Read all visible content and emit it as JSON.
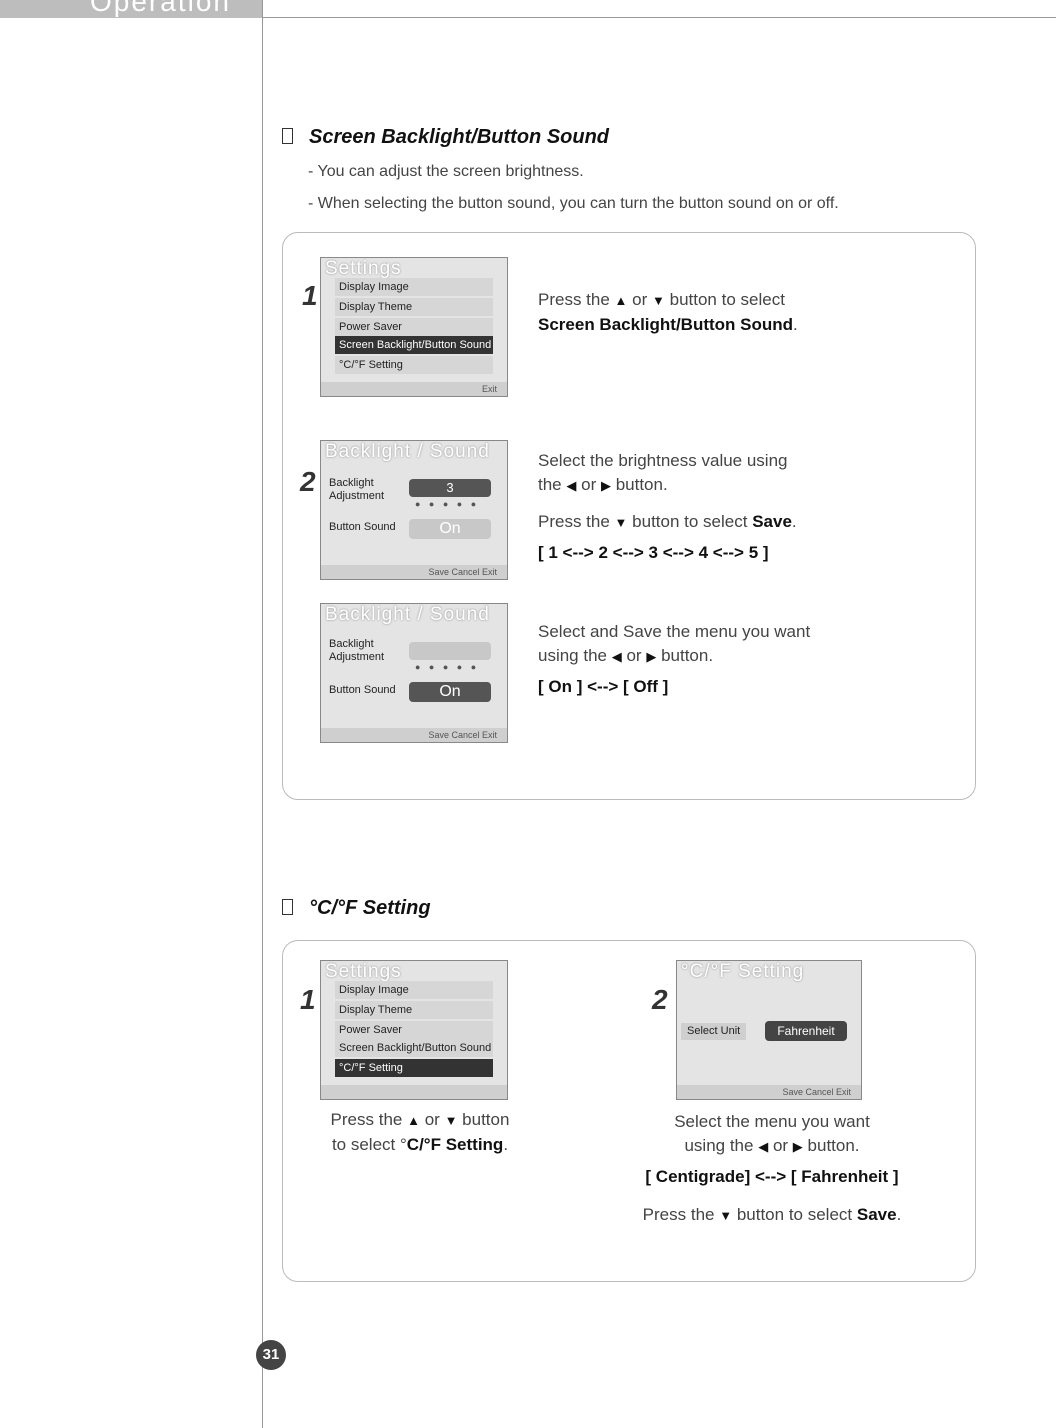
{
  "header": {
    "tab_text": "Operation"
  },
  "section1": {
    "title": "Screen Backlight/Button Sound",
    "desc1": "- You can adjust the screen brightness.",
    "desc2": "- When selecting the button sound, you can turn the button sound on or off.",
    "step1": {
      "num": "1",
      "screen": {
        "title": "Settings",
        "items": [
          "Display Image",
          "Display Theme",
          "Power Saver",
          "Screen Backlight/Button Sound",
          "°C/°F Setting"
        ],
        "footer": "Exit"
      },
      "line1_a": "Press the",
      "line1_b": "or",
      "line1_c": "button to select",
      "line2": "Screen Backlight/Button Sound",
      "line2_end": "."
    },
    "step2": {
      "num": "2",
      "screen": {
        "title": "Backlight / Sound",
        "backlight_label": "Backlight Adjustment",
        "backlight_value": "3",
        "sound_label": "Button Sound",
        "sound_value": "On",
        "footer": "Save   Cancel   Exit"
      },
      "line1": "Select the brightness value using",
      "line2_a": "the",
      "line2_b": "or",
      "line2_c": "button.",
      "line3_a": "Press the",
      "line3_b": "button to select",
      "line3_save": "Save",
      "line3_end": ".",
      "line4": "[ 1 <--> 2 <--> 3 <--> 4 <--> 5 ]"
    },
    "step3": {
      "screen": {
        "title": "Backlight / Sound",
        "backlight_label": "Backlight Adjustment",
        "sound_label": "Button Sound",
        "sound_value": "On",
        "footer": "Save   Cancel   Exit"
      },
      "line1": "Select and Save the menu you want",
      "line2_a": "using the",
      "line2_b": "or",
      "line2_c": "button.",
      "line3": "[ On ] <--> [ Off ]"
    }
  },
  "section2": {
    "title": "°C/°F Setting",
    "step1": {
      "num": "1",
      "screen": {
        "title": "Settings",
        "items": [
          "Display Image",
          "Display Theme",
          "Power Saver",
          "Screen Backlight/Button Sound",
          "°C/°F Setting"
        ]
      },
      "line1_a": "Press the",
      "line1_b": "or",
      "line1_c": "button",
      "line2_a": "to select °",
      "line2_b": "C/°F Setting",
      "line2_end": "."
    },
    "step2": {
      "num": "2",
      "screen": {
        "title": "°C/°F Setting",
        "unit_label": "Select Unit",
        "unit_value": "Fahrenheit",
        "footer": "Save   Cancel   Exit"
      },
      "line1": "Select the menu you want",
      "line2_a": "using the",
      "line2_b": "or",
      "line2_c": "button.",
      "line3": "[ Centigrade] <--> [ Fahrenheit ]",
      "line4_a": "Press the",
      "line4_b": "button to select",
      "line4_save": "Save",
      "line4_end": "."
    }
  },
  "page": {
    "number": "31"
  },
  "icons": {
    "up": "up-triangle-icon",
    "down": "down-triangle-icon",
    "left": "left-triangle-icon",
    "right": "right-triangle-icon"
  }
}
